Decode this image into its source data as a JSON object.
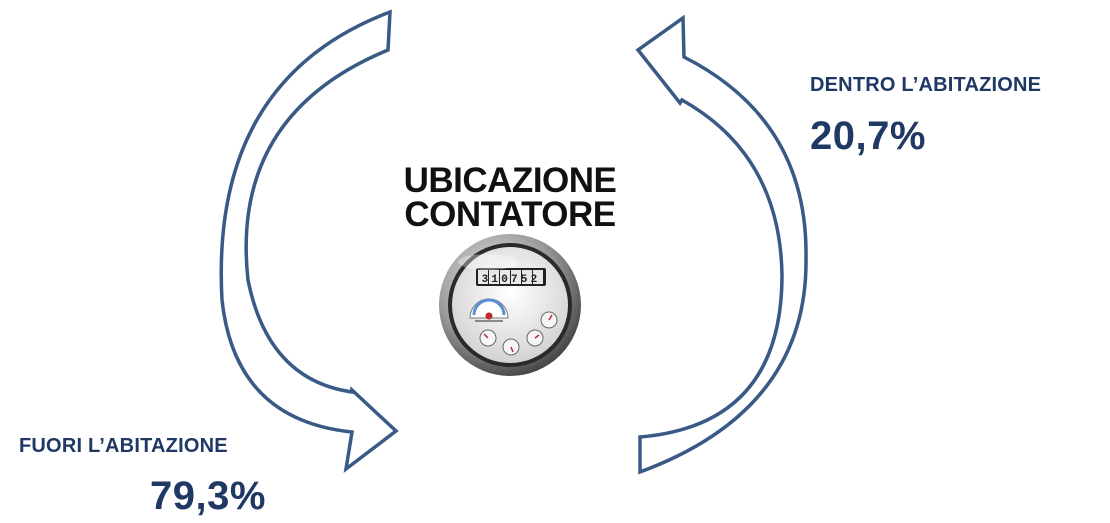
{
  "center": {
    "title_line1": "UBICAZIONE",
    "title_line2": "CONTATORE",
    "icon": "water-meter-icon",
    "meter_digits": "310752"
  },
  "segments": [
    {
      "label": "DENTRO L’ABITAZIONE",
      "value": "20,7%"
    },
    {
      "label": "FUORI L’ABITAZIONE",
      "value": "79,3%"
    }
  ],
  "colors": {
    "arrow_stroke": "#3A5A86",
    "text_primary": "#1F3864",
    "title": "#111111"
  }
}
